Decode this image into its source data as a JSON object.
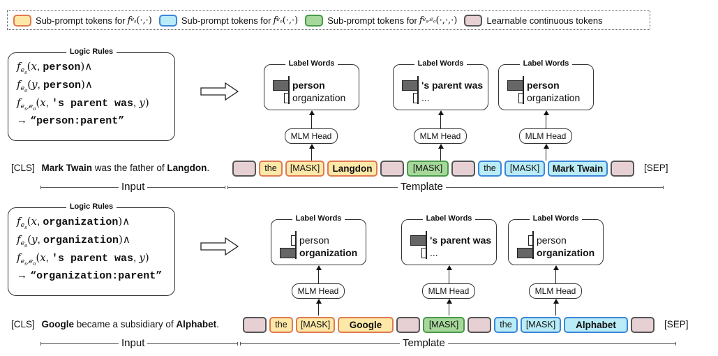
{
  "legend": {
    "items": [
      {
        "text": "Sub-prompt tokens for",
        "func": "f",
        "sub": "e_s",
        "args": "(·,·)",
        "type": "subject"
      },
      {
        "text": "Sub-prompt tokens for",
        "func": "f",
        "sub": "e_o",
        "args": "(·,·)",
        "type": "object"
      },
      {
        "text": "Sub-prompt tokens for",
        "func": "f",
        "sub": "e_s,e_o",
        "args": "(·,·,·)",
        "type": "relation"
      },
      {
        "text": "Learnable continuous tokens",
        "type": "learnable"
      }
    ]
  },
  "colors": {
    "subject": {
      "fill": "#fde8a8",
      "border": "#e07a4f"
    },
    "object": {
      "fill": "#b9ecf7",
      "border": "#3d86d6"
    },
    "relation": {
      "fill": "#a6d89b",
      "border": "#4a9a4a"
    },
    "learnable": {
      "fill": "#e6d0d4",
      "border": "#555555"
    }
  },
  "examples": [
    {
      "rules": {
        "title": "Logic Rules",
        "lines": [
          {
            "f": "f",
            "sub": "e_s",
            "open": "(",
            "var": "x",
            "arg": "person",
            "close": ")∧"
          },
          {
            "f": "f",
            "sub": "e_o",
            "open": "(",
            "var": "y",
            "arg": "person",
            "close": ")∧"
          },
          {
            "f": "f",
            "sub": "e_s,e_o",
            "open": "(",
            "var": "x",
            "arg": "'s parent was",
            "var2": "y",
            "close": ")"
          },
          {
            "arrow": "→",
            "label": "“person:parent”"
          }
        ]
      },
      "label_words": [
        {
          "title": "Label Words",
          "word1": "person",
          "word2": "organization",
          "bold": 1,
          "bars": [
            0.85,
            0.15
          ],
          "head": "MLM Head"
        },
        {
          "title": "Label Words",
          "word1": "'s parent was",
          "word2": "...",
          "bold": 1,
          "bars": [
            0.85,
            0.15
          ],
          "head": "MLM Head"
        },
        {
          "title": "Label Words",
          "word1": "person",
          "word2": "organization",
          "bold": 1,
          "bars": [
            0.85,
            0.15
          ],
          "head": "MLM Head"
        }
      ],
      "sentence": {
        "cls": "[CLS]",
        "parts": [
          {
            "t": "Mark Twain",
            "b": true
          },
          {
            "t": " was the father of ",
            "b": false
          },
          {
            "t": "Langdon",
            "b": true
          },
          {
            "t": ".",
            "b": false
          }
        ]
      },
      "tokens": [
        {
          "type": "learnable",
          "text": ""
        },
        {
          "type": "subject",
          "text": "the"
        },
        {
          "type": "subject",
          "text": "[MASK]"
        },
        {
          "type": "subject",
          "text": "Langdon",
          "bold": true
        },
        {
          "type": "learnable",
          "text": ""
        },
        {
          "type": "relation",
          "text": "[MASK]"
        },
        {
          "type": "learnable",
          "text": ""
        },
        {
          "type": "object",
          "text": "the"
        },
        {
          "type": "object",
          "text": "[MASK]"
        },
        {
          "type": "object",
          "text": "Mark Twain",
          "bold": true
        },
        {
          "type": "learnable",
          "text": ""
        }
      ],
      "sep": "[SEP]",
      "input_label": "Input",
      "template_label": "Template"
    },
    {
      "rules": {
        "title": "Logic Rules",
        "lines": [
          {
            "f": "f",
            "sub": "e_s",
            "open": "(",
            "var": "x",
            "arg": "organization",
            "close": ")∧"
          },
          {
            "f": "f",
            "sub": "e_o",
            "open": "(",
            "var": "y",
            "arg": "organization",
            "close": ")∧"
          },
          {
            "f": "f",
            "sub": "e_s,e_o",
            "open": "(",
            "var": "x",
            "arg": "'s parent was",
            "var2": "y",
            "close": ")"
          },
          {
            "arrow": "→",
            "label": "“organization:parent”"
          }
        ]
      },
      "label_words": [
        {
          "title": "Label Words",
          "word1": "person",
          "word2": "organization",
          "bold": 2,
          "bars": [
            0.15,
            0.85
          ],
          "head": "MLM Head"
        },
        {
          "title": "Label Words",
          "word1": "'s parent was",
          "word2": "...",
          "bold": 1,
          "bars": [
            0.85,
            0.15
          ],
          "head": "MLM Head"
        },
        {
          "title": "Label Words",
          "word1": "person",
          "word2": "organization",
          "bold": 2,
          "bars": [
            0.15,
            0.85
          ],
          "head": "MLM Head"
        }
      ],
      "sentence": {
        "cls": "[CLS]",
        "parts": [
          {
            "t": "Google",
            "b": true
          },
          {
            "t": " became a subsidiary of ",
            "b": false
          },
          {
            "t": "Alphabet",
            "b": true
          },
          {
            "t": ".",
            "b": false
          }
        ]
      },
      "tokens": [
        {
          "type": "learnable",
          "text": ""
        },
        {
          "type": "subject",
          "text": "the"
        },
        {
          "type": "subject",
          "text": "[MASK]"
        },
        {
          "type": "subject",
          "text": "Google",
          "bold": true
        },
        {
          "type": "learnable",
          "text": ""
        },
        {
          "type": "relation",
          "text": "[MASK]"
        },
        {
          "type": "learnable",
          "text": ""
        },
        {
          "type": "object",
          "text": "the"
        },
        {
          "type": "object",
          "text": "[MASK]"
        },
        {
          "type": "object",
          "text": "Alphabet",
          "bold": true
        },
        {
          "type": "learnable",
          "text": ""
        }
      ],
      "sep": "[SEP]",
      "input_label": "Input",
      "template_label": "Template"
    }
  ]
}
